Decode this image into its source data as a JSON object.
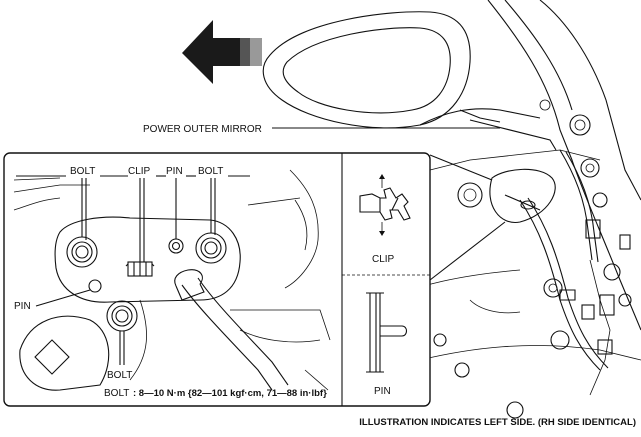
{
  "labels": {
    "mirror": "POWER OUTER MIRROR",
    "bolt_top_left": "BOLT",
    "clip_callout": "CLIP",
    "pin_callout_top": "PIN",
    "bolt_top_right": "BOLT",
    "pin_left": "PIN",
    "bolt_bottom": "BOLT",
    "torque_prefix": "BOLT",
    "torque_spec": ": 8—10 N·m {82—101 kgf·cm, 71—88 in·lbf}",
    "clip_detail": "CLIP",
    "pin_detail": "PIN",
    "footer_note": "ILLUSTRATION INDICATES LEFT SIDE. (RH SIDE IDENTICAL)"
  }
}
